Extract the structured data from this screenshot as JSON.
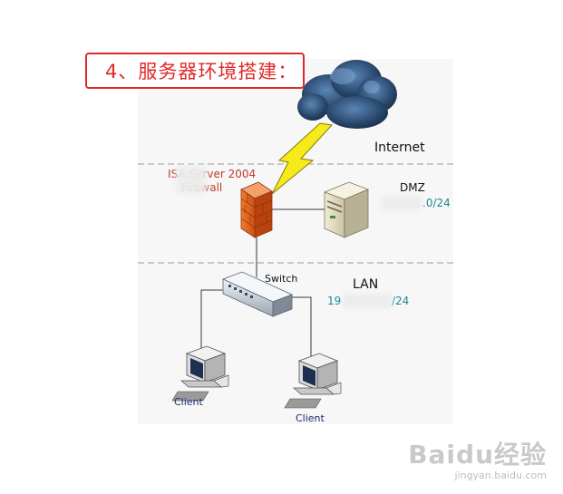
{
  "title": {
    "text": "4、服务器环境搭建："
  },
  "labels": {
    "internet": "Internet",
    "isa_line1": "ISA Server 2004",
    "isa_line2": "Firewall",
    "dmz": "DMZ",
    "dmz_subnet": ".0/24",
    "switch": "Switch",
    "lan": "LAN",
    "lan_subnet_prefix": "19",
    "lan_subnet_suffix": "/24",
    "client_left": "Client",
    "client_right": "Client"
  },
  "watermark": {
    "logo": "Baidu经验",
    "url": "jingyan.baidu.com"
  },
  "colors": {
    "title_red": "#e02a2a",
    "isa_red": "#c0392b",
    "subnet_teal": "#1a8a8a",
    "client_navy": "#1c2b6e",
    "dashed_gray": "#9a9a9a"
  }
}
